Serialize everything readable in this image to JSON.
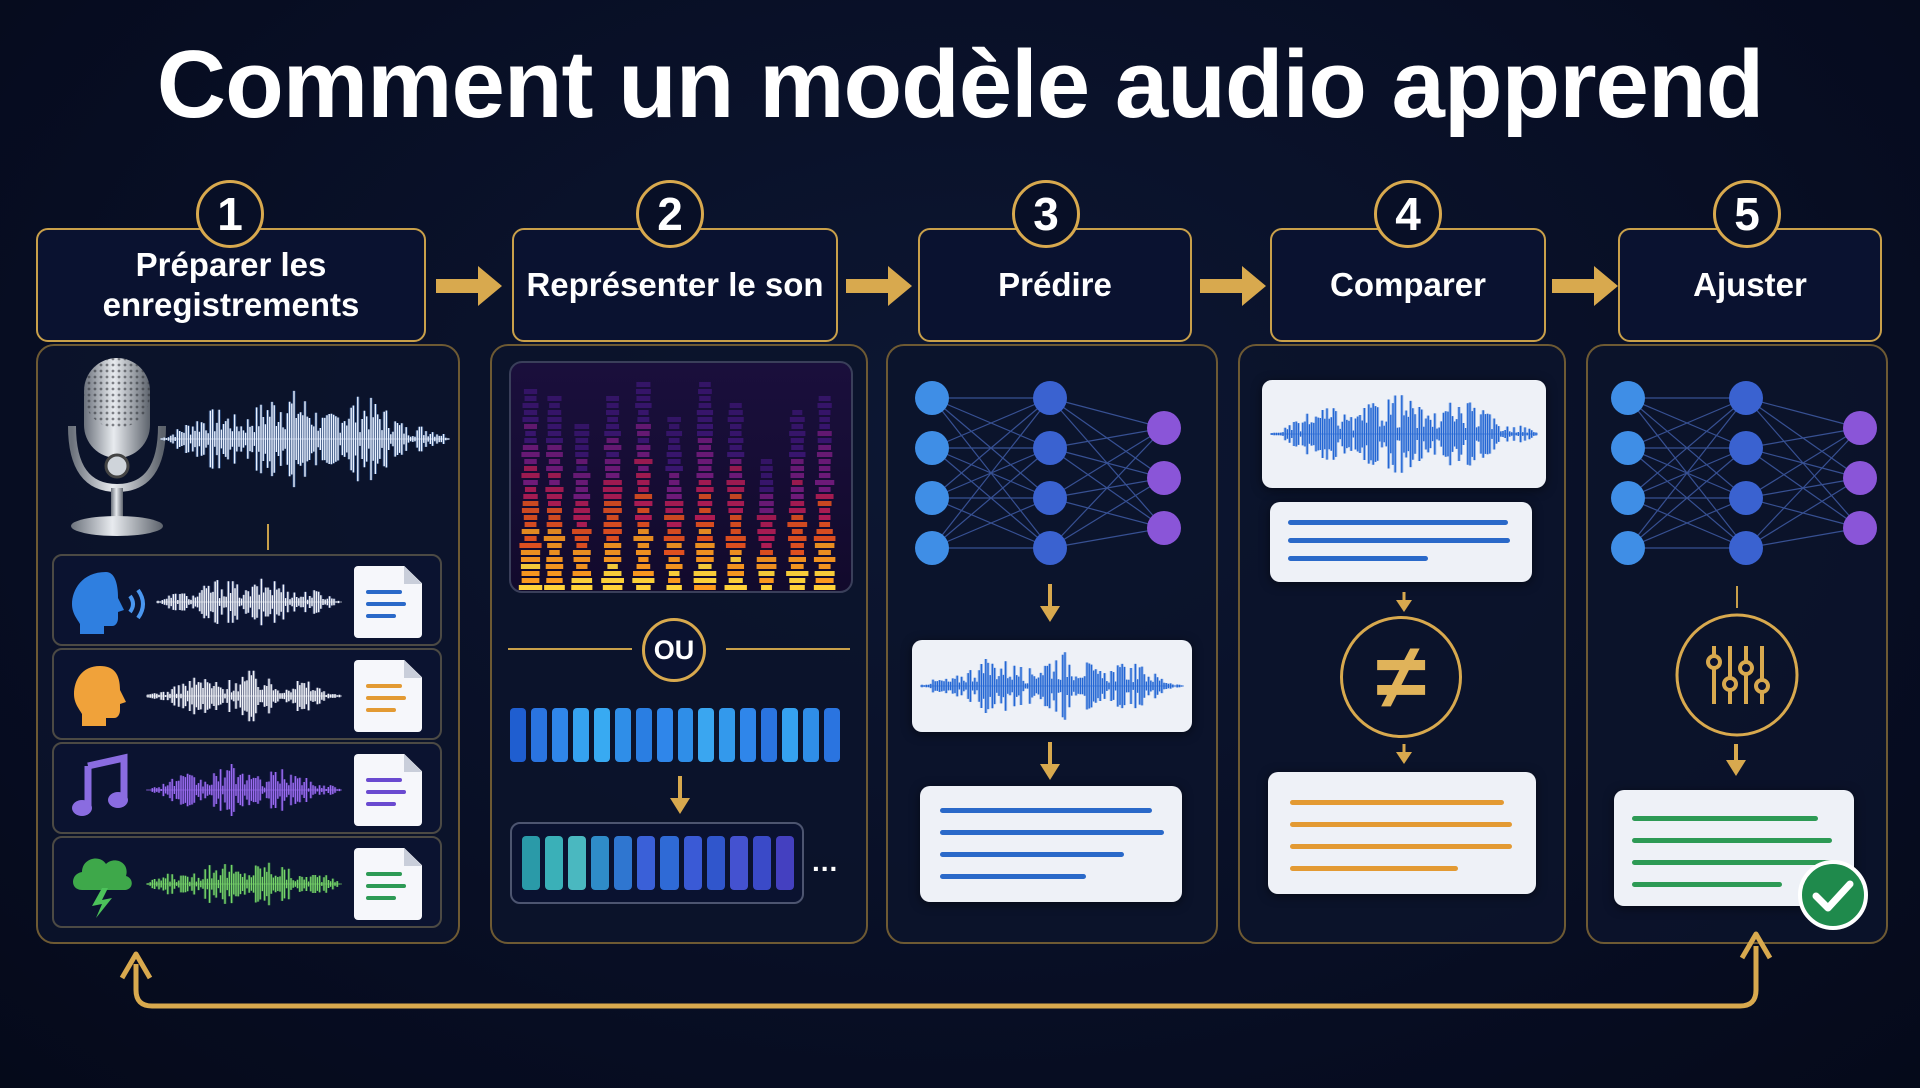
{
  "title": "Comment un modèle audio apprend",
  "steps": [
    {
      "number": "1",
      "label": "Préparer les enregistrements"
    },
    {
      "number": "2",
      "label": "Représenter le son"
    },
    {
      "number": "3",
      "label": "Prédire"
    },
    {
      "number": "4",
      "label": "Comparer"
    },
    {
      "number": "5",
      "label": "Ajuster"
    }
  ],
  "step2": {
    "or_label": "OU",
    "ellipsis": "..."
  },
  "step4": {
    "not_equal_symbol": "≠"
  },
  "icons": {
    "step1": [
      "microphone-icon",
      "speech-head-icon",
      "head-icon",
      "music-note-icon",
      "storm-cloud-icon",
      "document-icon"
    ],
    "step2": [
      "spectrogram",
      "token-bars"
    ],
    "step3": [
      "neural-network-icon",
      "waveform",
      "text-lines"
    ],
    "step4": [
      "waveform",
      "not-equal-icon",
      "text-lines"
    ],
    "step5": [
      "neural-network-icon",
      "sliders-icon",
      "check-icon"
    ]
  },
  "colors": {
    "accent_gold": "#d8a94e",
    "node_blue": "#3f8ee6",
    "node_purple": "#8a55d8",
    "text_blue": "#2a69c9",
    "text_orange": "#e39a33",
    "text_green": "#2d9a55",
    "wave_purple": "#9a6cf0",
    "wave_green": "#79d66a",
    "wave_blue": "#2366d4"
  }
}
